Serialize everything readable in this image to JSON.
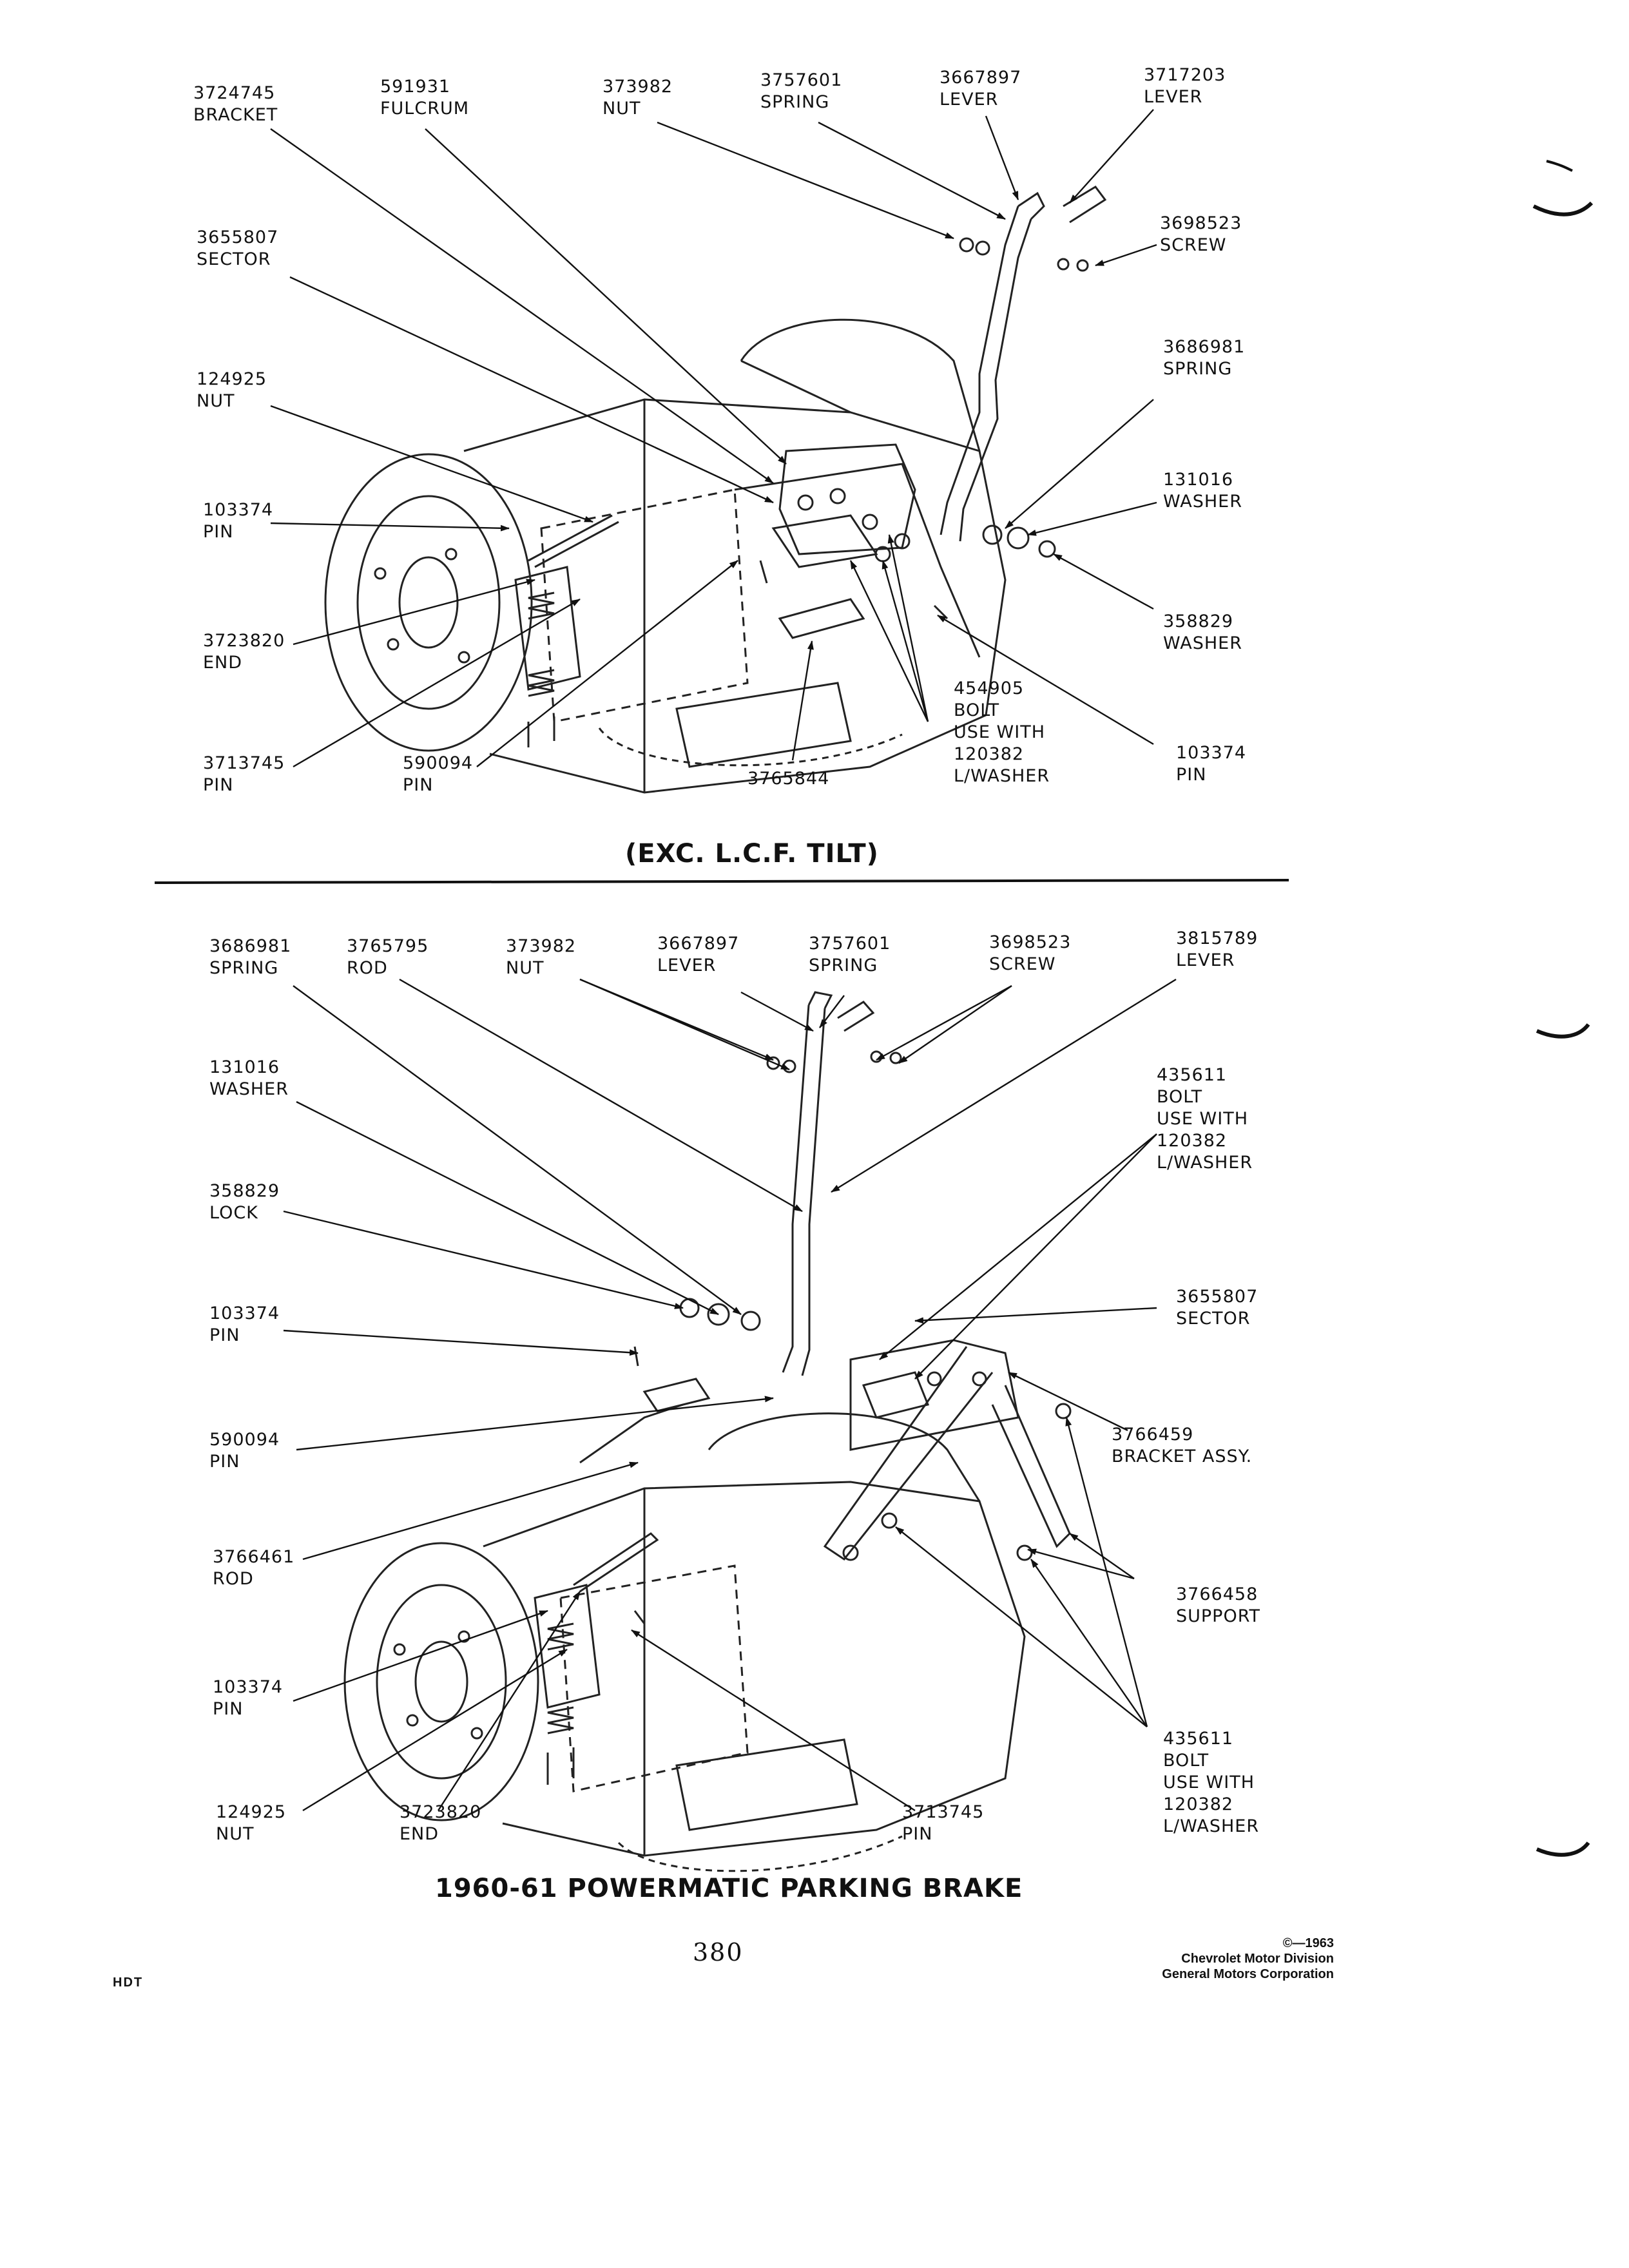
{
  "top_section": {
    "labels": [
      {
        "id": "t1",
        "lines": [
          "3724745",
          "BRACKET"
        ]
      },
      {
        "id": "t2",
        "lines": [
          "591931",
          "FULCRUM"
        ]
      },
      {
        "id": "t3",
        "lines": [
          "373982",
          "NUT"
        ]
      },
      {
        "id": "t4",
        "lines": [
          "3757601",
          "SPRING"
        ]
      },
      {
        "id": "t5",
        "lines": [
          "3667897",
          "LEVER"
        ]
      },
      {
        "id": "t6",
        "lines": [
          "3717203",
          "LEVER"
        ]
      },
      {
        "id": "t7",
        "lines": [
          "3698523",
          "SCREW"
        ]
      },
      {
        "id": "t8",
        "lines": [
          "3655807",
          "SECTOR"
        ]
      },
      {
        "id": "t9",
        "lines": [
          "3686981",
          "SPRING"
        ]
      },
      {
        "id": "t10",
        "lines": [
          "124925",
          "NUT"
        ]
      },
      {
        "id": "t11",
        "lines": [
          "131016",
          "WASHER"
        ]
      },
      {
        "id": "t12",
        "lines": [
          "103374",
          "PIN"
        ]
      },
      {
        "id": "t13",
        "lines": [
          "358829",
          "WASHER"
        ]
      },
      {
        "id": "t14",
        "lines": [
          "3723820",
          "END"
        ]
      },
      {
        "id": "t15",
        "lines": [
          "454905",
          "BOLT",
          "USE WITH",
          "120382",
          "L/WASHER"
        ]
      },
      {
        "id": "t16",
        "lines": [
          "3713745",
          "PIN"
        ]
      },
      {
        "id": "t17",
        "lines": [
          "590094",
          "PIN"
        ]
      },
      {
        "id": "t18",
        "lines": [
          "3765844"
        ]
      },
      {
        "id": "t19",
        "lines": [
          "103374",
          "PIN"
        ]
      }
    ],
    "caption": "(EXC. L.C.F. TILT)"
  },
  "bottom_section": {
    "labels": [
      {
        "id": "b1",
        "lines": [
          "3686981",
          "SPRING"
        ]
      },
      {
        "id": "b2",
        "lines": [
          "3765795",
          "ROD"
        ]
      },
      {
        "id": "b3",
        "lines": [
          "373982",
          "NUT"
        ]
      },
      {
        "id": "b4",
        "lines": [
          "3667897",
          "LEVER"
        ]
      },
      {
        "id": "b5",
        "lines": [
          "3757601",
          "SPRING"
        ]
      },
      {
        "id": "b6",
        "lines": [
          "3698523",
          "SCREW"
        ]
      },
      {
        "id": "b7",
        "lines": [
          "3815789",
          "LEVER"
        ]
      },
      {
        "id": "b8",
        "lines": [
          "131016",
          "WASHER"
        ]
      },
      {
        "id": "b9",
        "lines": [
          "435611",
          "BOLT",
          "USE WITH",
          "120382",
          "L/WASHER"
        ]
      },
      {
        "id": "b10",
        "lines": [
          "358829",
          "LOCK"
        ]
      },
      {
        "id": "b11",
        "lines": [
          "103374",
          "PIN"
        ]
      },
      {
        "id": "b12",
        "lines": [
          "3655807",
          "SECTOR"
        ]
      },
      {
        "id": "b13",
        "lines": [
          "590094",
          "PIN"
        ]
      },
      {
        "id": "b14",
        "lines": [
          "3766459",
          "BRACKET ASSY."
        ]
      },
      {
        "id": "b15",
        "lines": [
          "3766461",
          "ROD"
        ]
      },
      {
        "id": "b16",
        "lines": [
          "3766458",
          "SUPPORT"
        ]
      },
      {
        "id": "b17",
        "lines": [
          "103374",
          "PIN"
        ]
      },
      {
        "id": "b18",
        "lines": [
          "435611",
          "BOLT",
          "USE WITH",
          "120382",
          "L/WASHER"
        ]
      },
      {
        "id": "b19",
        "lines": [
          "124925",
          "NUT"
        ]
      },
      {
        "id": "b20",
        "lines": [
          "3723820",
          "END"
        ]
      },
      {
        "id": "b21",
        "lines": [
          "3713745",
          "PIN"
        ]
      }
    ],
    "caption": "1960-61 POWERMATIC PARKING BRAKE"
  },
  "footer": {
    "page_number": "380",
    "copyright_lines": [
      "©—1963",
      "Chevrolet Motor Division",
      "General Motors Corporation"
    ],
    "hdt": "HDT"
  }
}
